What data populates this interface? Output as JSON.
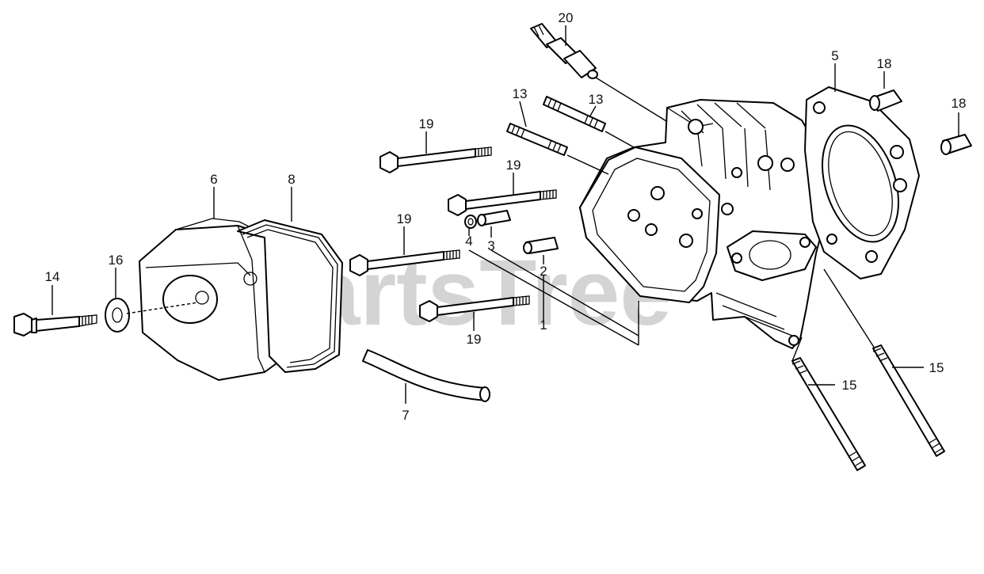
{
  "watermark": "PartsTree",
  "callouts": {
    "c1": "1",
    "c2": "2",
    "c3": "3",
    "c4": "4",
    "c5": "5",
    "c6": "6",
    "c7": "7",
    "c8": "8",
    "c13a": "13",
    "c13b": "13",
    "c14": "14",
    "c15a": "15",
    "c15b": "15",
    "c16": "16",
    "c18a": "18",
    "c18b": "18",
    "c19a": "19",
    "c19b": "19",
    "c19c": "19",
    "c19d": "19",
    "c20": "20"
  }
}
